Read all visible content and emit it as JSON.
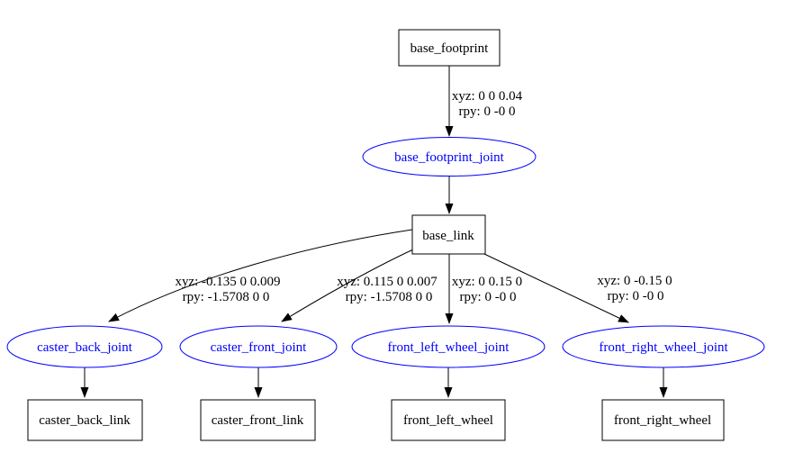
{
  "diagram": {
    "type": "graphviz-urdf-tree",
    "colors": {
      "background": "#ffffff",
      "link_node_stroke": "#000000",
      "link_node_text": "#000000",
      "joint_node_stroke": "#0000ff",
      "joint_node_text": "#0000ff",
      "edge": "#000000"
    },
    "nodes": {
      "base_footprint": {
        "label": "base_footprint",
        "shape": "box"
      },
      "base_footprint_joint": {
        "label": "base_footprint_joint",
        "shape": "ellipse"
      },
      "base_link": {
        "label": "base_link",
        "shape": "box"
      },
      "caster_back_joint": {
        "label": "caster_back_joint",
        "shape": "ellipse"
      },
      "caster_front_joint": {
        "label": "caster_front_joint",
        "shape": "ellipse"
      },
      "front_left_wheel_joint": {
        "label": "front_left_wheel_joint",
        "shape": "ellipse"
      },
      "front_right_wheel_joint": {
        "label": "front_right_wheel_joint",
        "shape": "ellipse"
      },
      "caster_back_link": {
        "label": "caster_back_link",
        "shape": "box"
      },
      "caster_front_link": {
        "label": "caster_front_link",
        "shape": "box"
      },
      "front_left_wheel": {
        "label": "front_left_wheel",
        "shape": "box"
      },
      "front_right_wheel": {
        "label": "front_right_wheel",
        "shape": "box"
      }
    },
    "edges": [
      {
        "from": "base_footprint",
        "to": "base_footprint_joint",
        "xyz": "xyz: 0 0 0.04",
        "rpy": "rpy: 0 -0 0"
      },
      {
        "from": "base_link",
        "to": "caster_back_joint",
        "xyz": "xyz: -0.135 0 0.009",
        "rpy": "rpy: -1.5708 0 0"
      },
      {
        "from": "base_link",
        "to": "caster_front_joint",
        "xyz": "xyz: 0.115 0 0.007",
        "rpy": "rpy: -1.5708 0 0"
      },
      {
        "from": "base_link",
        "to": "front_left_wheel_joint",
        "xyz": "xyz: 0 0.15 0",
        "rpy": "rpy: 0 -0 0"
      },
      {
        "from": "base_link",
        "to": "front_right_wheel_joint",
        "xyz": "xyz: 0 -0.15 0",
        "rpy": "rpy: 0 -0 0"
      }
    ],
    "connectors": [
      {
        "from": "base_footprint_joint",
        "to": "base_link"
      },
      {
        "from": "caster_back_joint",
        "to": "caster_back_link"
      },
      {
        "from": "caster_front_joint",
        "to": "caster_front_link"
      },
      {
        "from": "front_left_wheel_joint",
        "to": "front_left_wheel"
      },
      {
        "from": "front_right_wheel_joint",
        "to": "front_right_wheel"
      }
    ]
  }
}
